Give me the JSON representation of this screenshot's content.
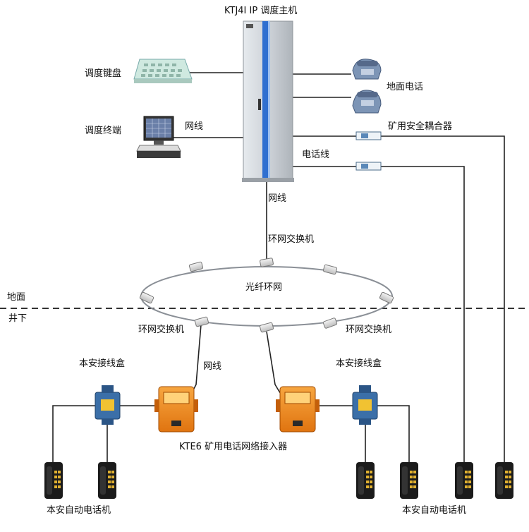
{
  "labels": {
    "host_title": "KTJ4I IP 调度主机",
    "dispatch_keyboard": "调度键盘",
    "dispatch_terminal": "调度终端",
    "network_cable_terminal": "网线",
    "ground_phone": "地面电话",
    "mine_coupler": "矿用安全耦合器",
    "phone_line": "电话线",
    "network_cable_host": "网线",
    "ring_switch_top": "环网交换机",
    "fiber_ring": "光纤环网",
    "ground": "地面",
    "underground": "井下",
    "ring_switch_left": "环网交换机",
    "ring_switch_right": "环网交换机",
    "network_cable_left": "网线",
    "junction_box_left": "本安接线盒",
    "junction_box_right": "本安接线盒",
    "access_device": "KTE6 矿用电话网络接入器",
    "auto_phone_left": "本安自动电话机",
    "auto_phone_right": "本安自动电话机"
  },
  "colors": {
    "cabinet": "#cfd4d9",
    "cabinet_stripe": "#2f6fd0",
    "access_box": "#f08a1c",
    "junction_box": "#3b6fa8",
    "phone_body": "#1b1b1b",
    "line": "#222222",
    "ring": "#8a8f96"
  }
}
